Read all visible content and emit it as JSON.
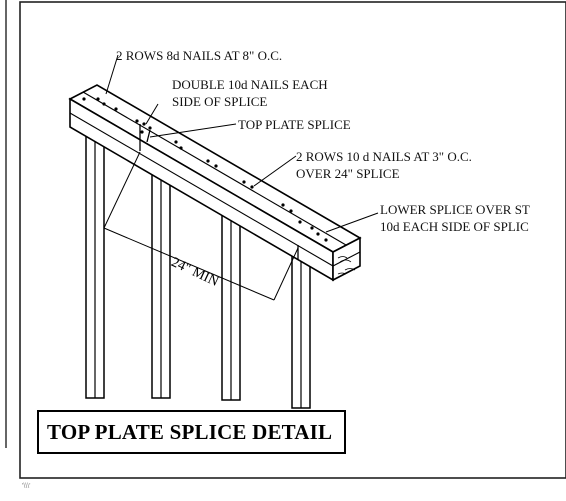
{
  "title": "TOP PLATE SPLICE DETAIL",
  "callouts": {
    "nails_8d": "2 ROWS 8d NAILS AT 8\" O.C.",
    "double_10d_line1": "DOUBLE 10d NAILS EACH",
    "double_10d_line2": "SIDE OF SPLICE",
    "top_plate_splice": "TOP PLATE SPLICE",
    "nails_10d_line1": "2 ROWS 10 d NAILS AT 3\" O.C.",
    "nails_10d_line2": "OVER 24\" SPLICE",
    "lower_splice_line1": "LOWER SPLICE OVER ST",
    "lower_splice_line2": "10d EACH SIDE OF SPLIC"
  },
  "dimension": "24\" MIN",
  "corner_mark": "'\\\\\\'"
}
